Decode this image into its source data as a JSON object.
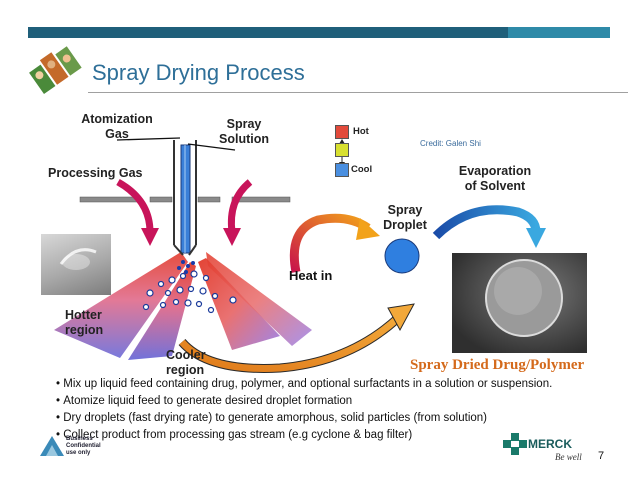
{
  "slide": {
    "title": "Spray Drying Process",
    "page_number": "7"
  },
  "labels": {
    "atomization_gas": "Atomization\nGas",
    "spray_solution": "Spray\nSolution",
    "processing_gas": "Processing Gas",
    "hot": "Hot",
    "cool": "Cool",
    "credit": "Credit: Galen Shi",
    "evaporation": "Evaporation\nof Solvent",
    "spray_droplet": "Spray\nDroplet",
    "heat_in": "Heat in",
    "hotter_region": "Hotter\nregion",
    "cooler_region": "Cooler\nregion",
    "spray_dried": "Spray Dried Drug/Polymer"
  },
  "bullets": [
    "Mix up liquid feed containing drug, polymer, and optional surfactants in a solution or suspension.",
    "Atomize liquid feed to generate desired droplet formation",
    "Dry droplets (fast drying rate) to generate amorphous, solid particles (from solution)",
    "Collect product from processing gas stream (e.g cyclone & bag filter)"
  ],
  "footer": {
    "confidential_line1": "Business",
    "confidential_line2": "Confidential",
    "confidential_line3": "use only",
    "brand": "MERCK",
    "tagline": "Be well"
  },
  "colors": {
    "title": "#2e6f98",
    "header_bar": "#1f5f7a",
    "accent_bar": "#2e8aa8",
    "hot_swatch": "#e24a3b",
    "mid_swatch": "#d8e030",
    "cool_swatch": "#4a8fe0",
    "droplet": "#2f7fe0",
    "spray_dried_text": "#d46a1c"
  }
}
